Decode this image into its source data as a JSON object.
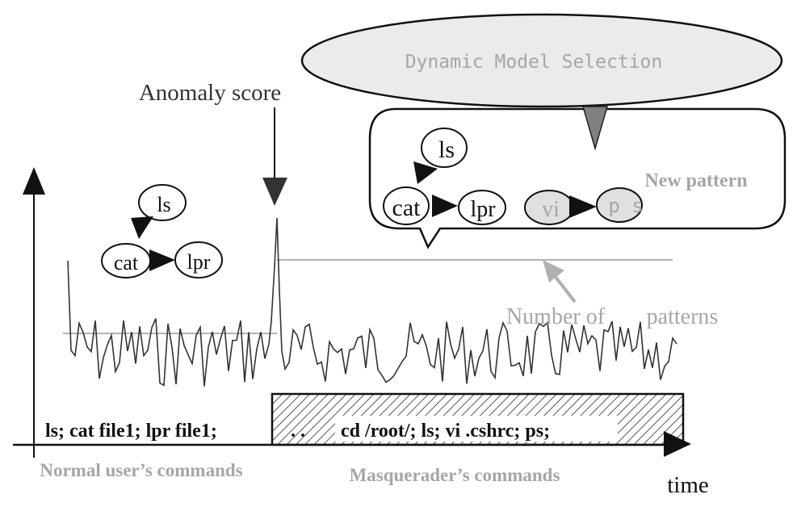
{
  "bubble": {
    "title": "Dynamic Model Selection",
    "new_pattern_label": "New pattern",
    "nodes": {
      "ls": "ls",
      "cat": "cat",
      "lpr": "lpr",
      "vi": "vi",
      "ps": "p s"
    }
  },
  "left_model": {
    "nodes": {
      "ls": "ls",
      "cat": "cat",
      "lpr": "lpr"
    }
  },
  "labels": {
    "anomaly_score": "Anomaly score",
    "number_of_patterns_1": "Number of",
    "number_of_patterns_2": "patterns",
    "time": "time",
    "normal_commands_caption": "Normal user’s commands",
    "masquerader_commands_caption": "Masquerader’s commands",
    "normal_commands_text": "ls; cat file1; lpr file1;",
    "ellipsis": ". .",
    "masquerader_commands_text": "cd /root/; ls; vi .cshrc; ps;"
  },
  "colors": {
    "line": "#111111",
    "gray_text": "#a6a6a6",
    "gray_arrow": "#b0b0b0",
    "node_fill_gray": "#e0e0e0",
    "bubble_fill": "#eaeaea",
    "threshold_line": "#9a9a9a"
  },
  "icons": [
    "up-arrow-icon",
    "down-arrow-icon",
    "right-arrow-icon",
    "gray-arrow-icon"
  ]
}
